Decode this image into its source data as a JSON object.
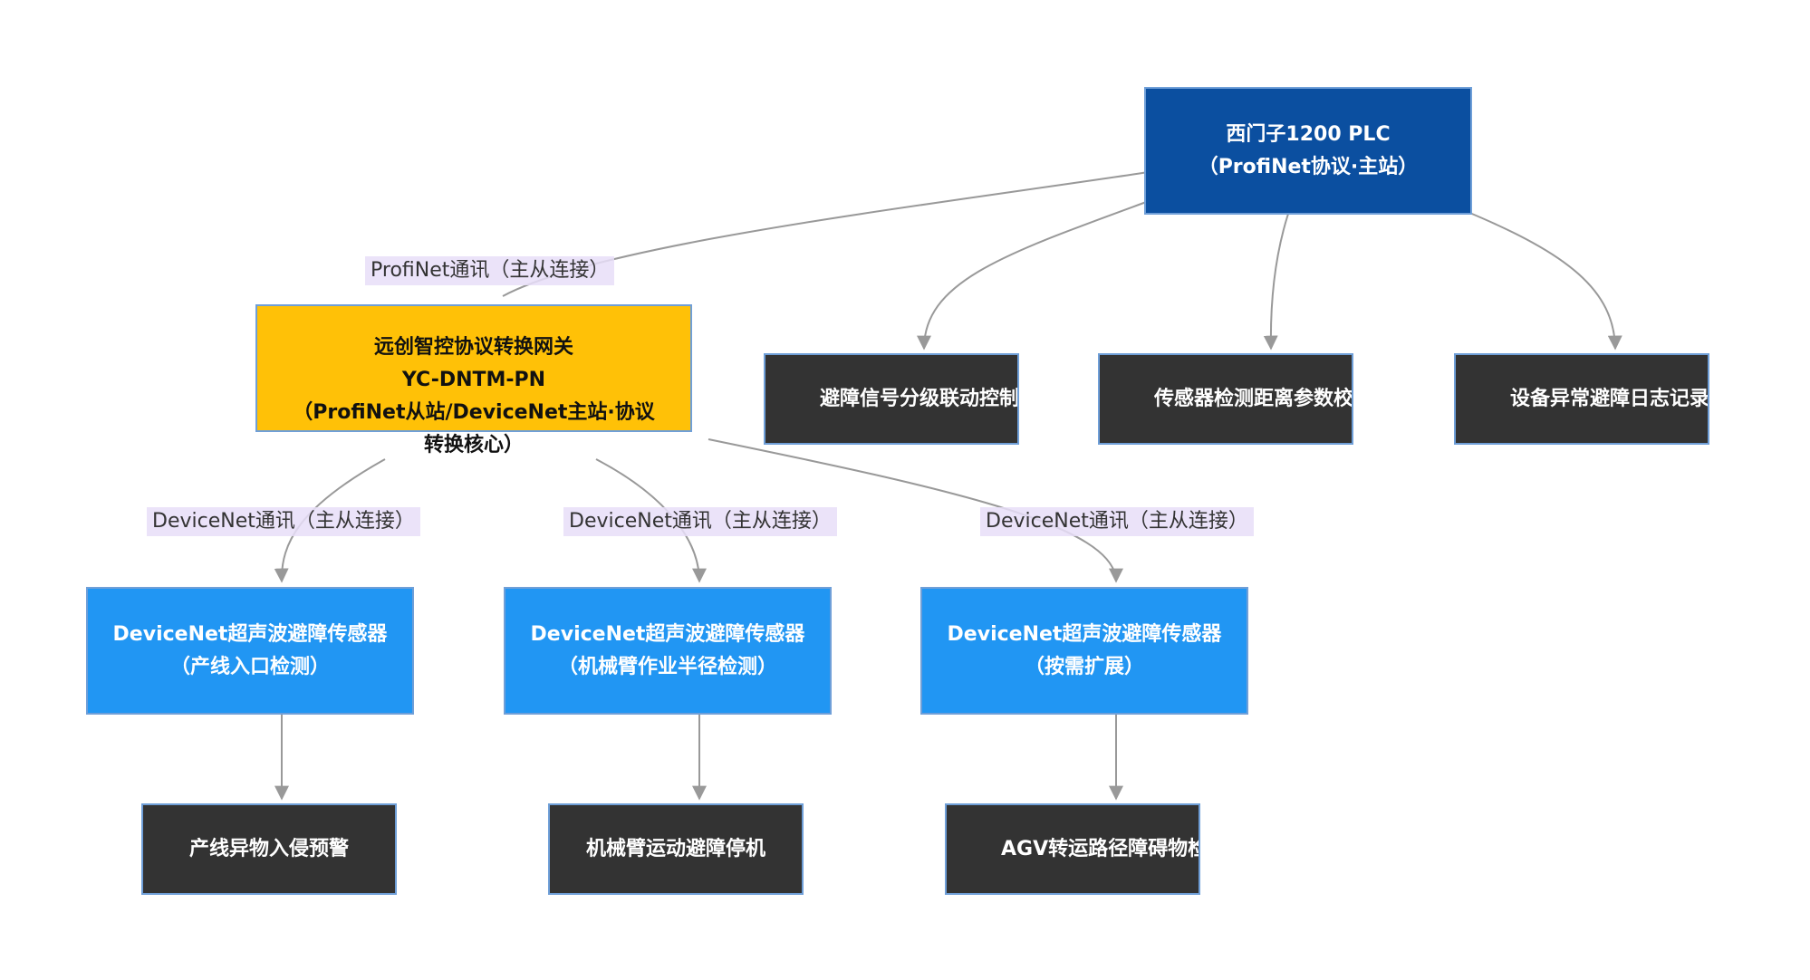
{
  "nodes": {
    "plc": {
      "line1": "西门子1200 PLC",
      "line2": "（ProfiNet协议·主站）"
    },
    "gateway": {
      "line1": "远创智控协议转换网关",
      "line2": "YC-DNTM-PN",
      "line3": "（ProfiNet从站/DeviceNet主站·协议转换核心）"
    },
    "func1": {
      "label": "避障信号分级联动控制"
    },
    "func2": {
      "label": "传感器检测距离参数校"
    },
    "func3": {
      "label": "设备异常避障日志记录"
    },
    "sensor1": {
      "line1": "DeviceNet超声波避障传感器",
      "line2": "（产线入口检测）"
    },
    "sensor2": {
      "line1": "DeviceNet超声波避障传感器",
      "line2": "（机械臂作业半径检测）"
    },
    "sensor3": {
      "line1": "DeviceNet超声波避障传感器",
      "line2": "（按需扩展）"
    },
    "app1": {
      "label": "产线异物入侵预警"
    },
    "app2": {
      "label": "机械臂运动避障停机"
    },
    "app3": {
      "label": "AGV转运路径障碍物检测"
    }
  },
  "edges": {
    "profinet": "ProfiNet通讯（主从连接）",
    "devicenet1": "DeviceNet通讯（主从连接）",
    "devicenet2": "DeviceNet通讯（主从连接）",
    "devicenet3": "DeviceNet通讯（主从连接）"
  },
  "colors": {
    "plc": "#0b4fa0",
    "gateway": "#ffc107",
    "sensor": "#2196f3",
    "dark": "#333333",
    "edge": "#999999",
    "edge_label_bg": "#e8def8"
  }
}
